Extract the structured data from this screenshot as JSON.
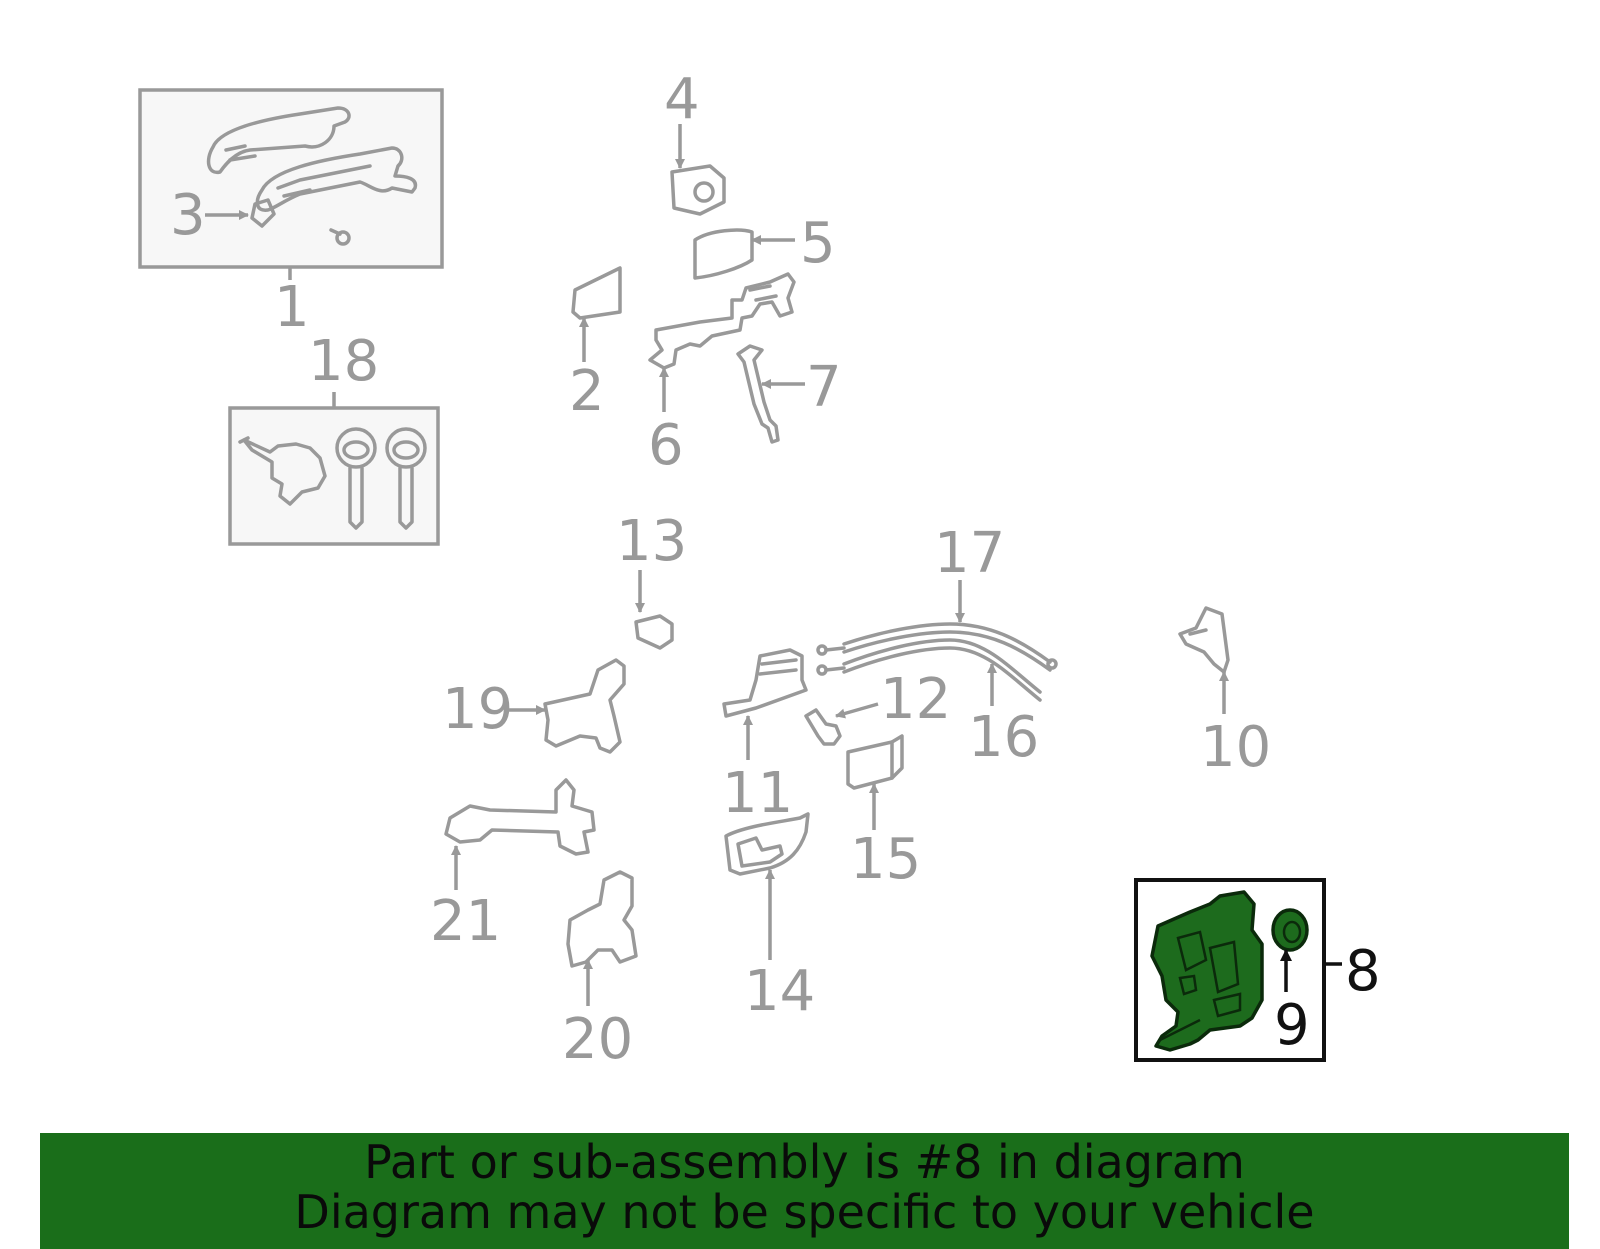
{
  "diagram": {
    "callouts": {
      "c1": "1",
      "c2": "2",
      "c3": "3",
      "c4": "4",
      "c5": "5",
      "c6": "6",
      "c7": "7",
      "c8": "8",
      "c9": "9",
      "c10": "10",
      "c11": "11",
      "c12": "12",
      "c13": "13",
      "c14": "14",
      "c15": "15",
      "c16": "16",
      "c17": "17",
      "c18": "18",
      "c19": "19",
      "c20": "20",
      "c21": "21"
    },
    "highlighted_part": "8",
    "highlight_color": "#1d6b1d"
  },
  "footer": {
    "line1": "Part or sub-assembly is #8 in diagram",
    "line2": "Diagram may not be specific to your vehicle",
    "background_color": "#1a6e1a"
  }
}
